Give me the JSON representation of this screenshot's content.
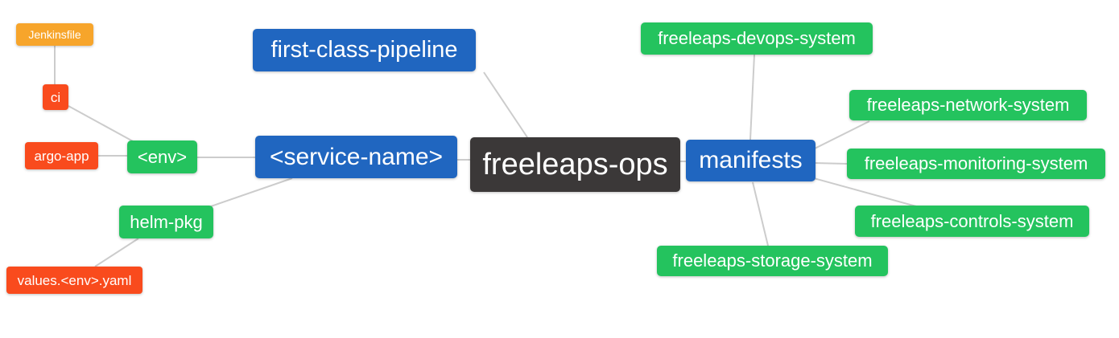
{
  "diagram": {
    "type": "mindmap",
    "root": "freeleaps-ops",
    "colors": {
      "blue": "#2066c0",
      "green": "#24c35e",
      "red": "#f94b1d",
      "orange": "#f7a52b",
      "dark": "#3b3838",
      "edge": "#cccccc",
      "background": "#ffffff",
      "node_text": "#ffffff"
    }
  },
  "nodes": [
    {
      "id": "jenkinsfile",
      "label": "Jenkinsfile",
      "color": "orange"
    },
    {
      "id": "ci",
      "label": "ci",
      "color": "red"
    },
    {
      "id": "argo-app",
      "label": "argo-app",
      "color": "red"
    },
    {
      "id": "env",
      "label": "<env>",
      "color": "green"
    },
    {
      "id": "helm-pkg",
      "label": "helm-pkg",
      "color": "green"
    },
    {
      "id": "values-env-yaml",
      "label": "values.<env>.yaml",
      "color": "red"
    },
    {
      "id": "service-name",
      "label": "<service-name>",
      "color": "blue"
    },
    {
      "id": "first-class-pipeline",
      "label": "first-class-pipeline",
      "color": "blue"
    },
    {
      "id": "freeleaps-ops",
      "label": "freeleaps-ops",
      "color": "dark"
    },
    {
      "id": "manifests",
      "label": "manifests",
      "color": "blue"
    },
    {
      "id": "freeleaps-devops-system",
      "label": "freeleaps-devops-system",
      "color": "green"
    },
    {
      "id": "freeleaps-network-system",
      "label": "freeleaps-network-system",
      "color": "green"
    },
    {
      "id": "freeleaps-monitoring-system",
      "label": "freeleaps-monitoring-system",
      "color": "green"
    },
    {
      "id": "freeleaps-controls-system",
      "label": "freeleaps-controls-system",
      "color": "green"
    },
    {
      "id": "freeleaps-storage-system",
      "label": "freeleaps-storage-system",
      "color": "green"
    }
  ],
  "edges": [
    {
      "from": "jenkinsfile",
      "to": "ci"
    },
    {
      "from": "ci",
      "to": "env"
    },
    {
      "from": "argo-app",
      "to": "env"
    },
    {
      "from": "env",
      "to": "service-name"
    },
    {
      "from": "service-name",
      "to": "helm-pkg"
    },
    {
      "from": "helm-pkg",
      "to": "values-env-yaml"
    },
    {
      "from": "first-class-pipeline",
      "to": "freeleaps-ops"
    },
    {
      "from": "service-name",
      "to": "freeleaps-ops"
    },
    {
      "from": "freeleaps-ops",
      "to": "manifests"
    },
    {
      "from": "manifests",
      "to": "freeleaps-devops-system"
    },
    {
      "from": "manifests",
      "to": "freeleaps-network-system"
    },
    {
      "from": "manifests",
      "to": "freeleaps-monitoring-system"
    },
    {
      "from": "manifests",
      "to": "freeleaps-controls-system"
    },
    {
      "from": "manifests",
      "to": "freeleaps-storage-system"
    }
  ]
}
